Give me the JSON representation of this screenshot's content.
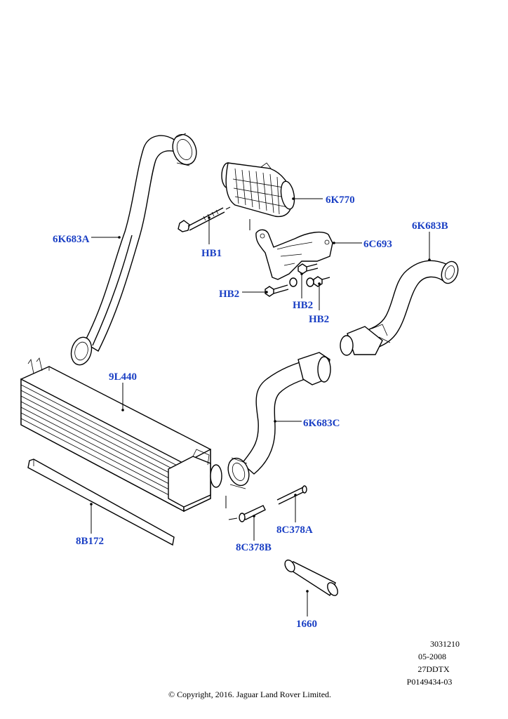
{
  "part_labels": {
    "hose_upper_left": "6K683A",
    "throttle_body": "6K770",
    "bracket": "6C693",
    "hose_right": "6K683B",
    "bolt_hb1": "HB1",
    "bolt_hb2_left": "HB2",
    "bolt_hb2_mid": "HB2",
    "bolt_hb2_right": "HB2",
    "intercooler": "9L440",
    "hose_middle": "6K683C",
    "seal_strip": "8B172",
    "pin_a": "8C378A",
    "pin_b": "8C378B",
    "sleeve": "1660"
  },
  "metadata": {
    "line1": "3031210",
    "line2": "05-2008",
    "line3": "27DDTX",
    "line4": "P0149434-03"
  },
  "copyright": "© Copyright, 2016. Jaguar Land Rover Limited."
}
